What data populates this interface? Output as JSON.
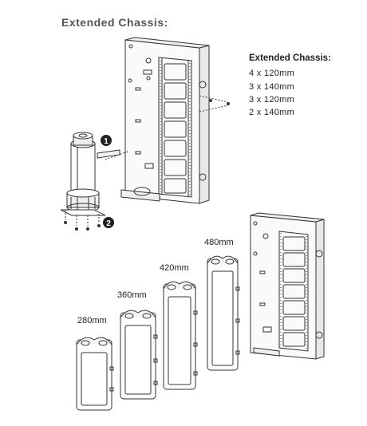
{
  "title": "Extended Chassis:",
  "spec": {
    "heading": "Extended Chassis:",
    "lines": [
      "4 x 120mm",
      "3 x 140mm",
      "3 x 120mm",
      "2 x 140mm"
    ]
  },
  "steps": [
    "1",
    "2"
  ],
  "radiator_sizes": [
    "280mm",
    "360mm",
    "420mm",
    "480mm"
  ],
  "colors": {
    "line": "#333333",
    "fill": "#f4f4f4",
    "badge": "#222222"
  }
}
